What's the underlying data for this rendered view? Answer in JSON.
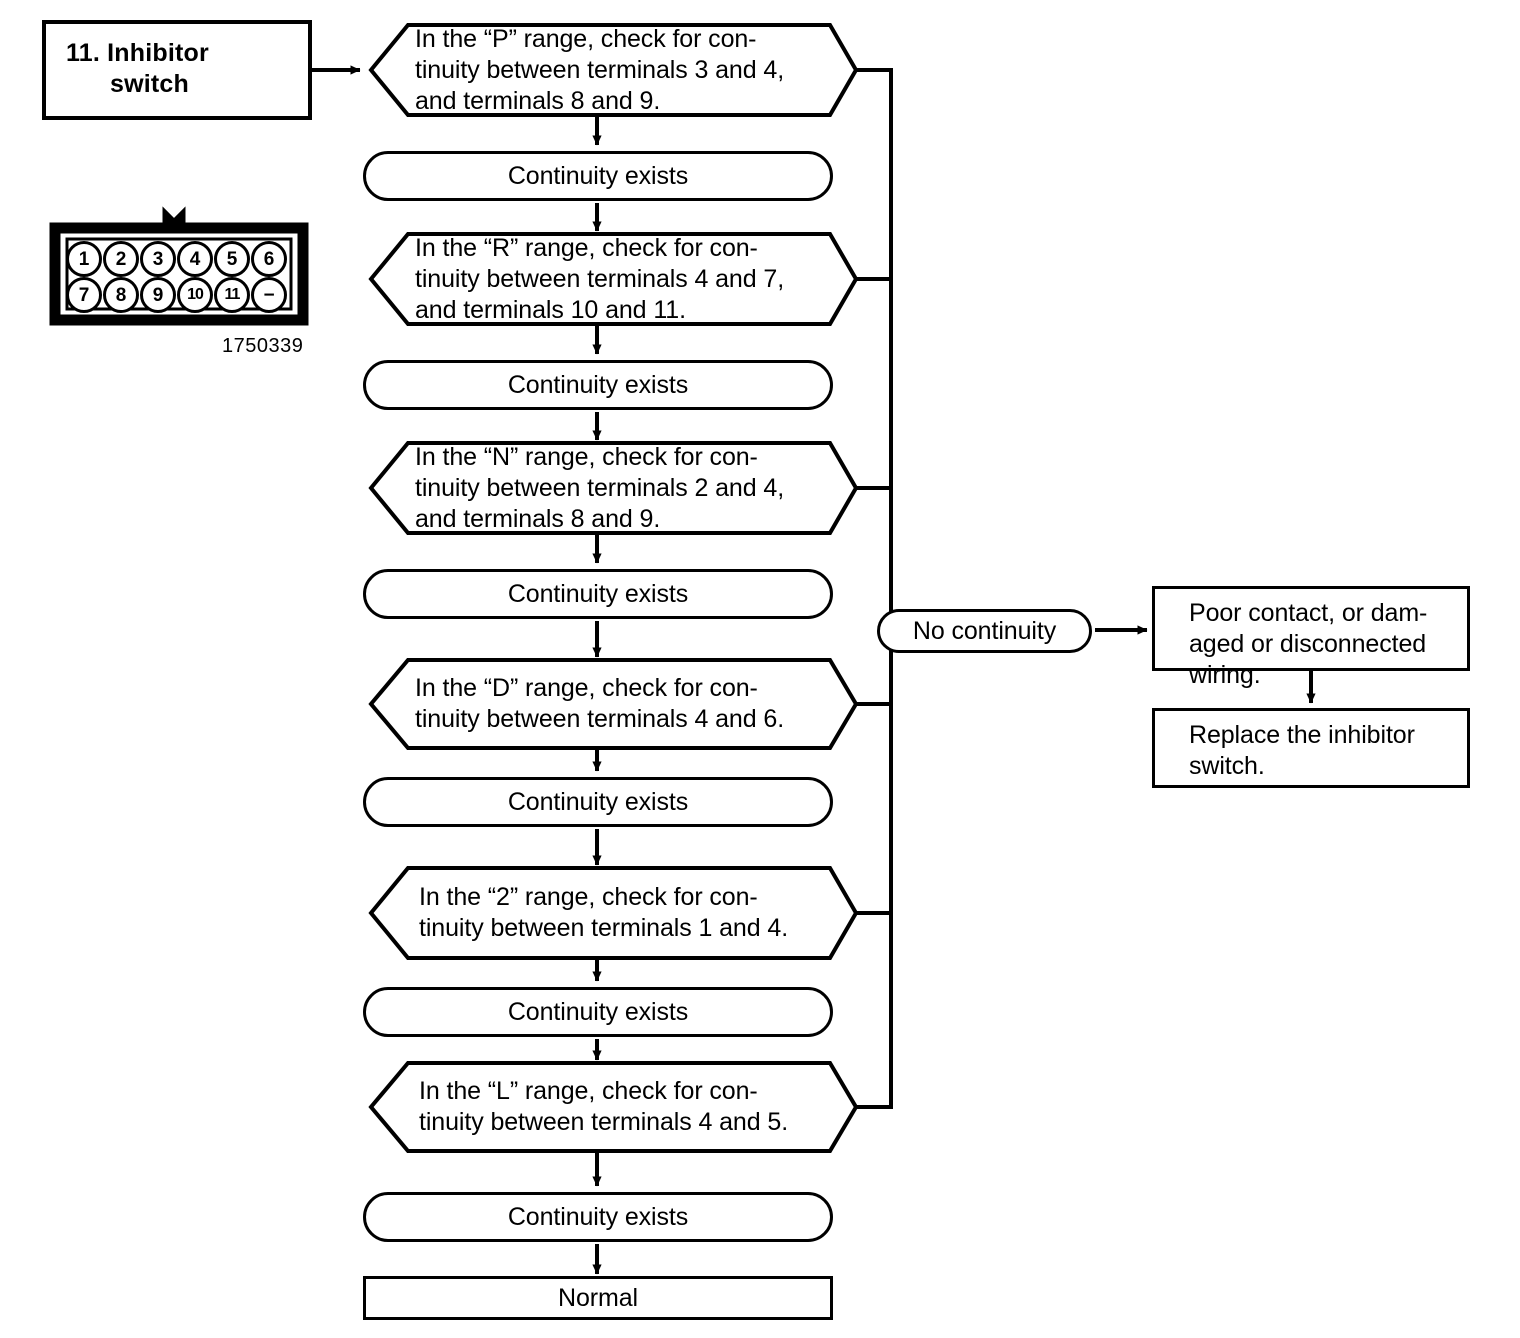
{
  "title_block": {
    "number": "11.",
    "name_line1": "Inhibitor",
    "name_line2": "switch"
  },
  "connector": {
    "part_number": "1750339",
    "top_row": [
      "1",
      "2",
      "3",
      "4",
      "5",
      "6"
    ],
    "bottom_row": [
      "7",
      "8",
      "9",
      "10",
      "11",
      "−"
    ]
  },
  "flow": {
    "steps": [
      {
        "id": "p-range",
        "range": "P",
        "lines": [
          "In the “P” range, check for con-",
          "tinuity between terminals 3 and 4,",
          "and terminals 8 and 9."
        ],
        "result": "Continuity exists"
      },
      {
        "id": "r-range",
        "range": "R",
        "lines": [
          "In the “R” range, check for con-",
          "tinuity between terminals 4 and 7,",
          "and terminals 10 and 11."
        ],
        "result": "Continuity exists"
      },
      {
        "id": "n-range",
        "range": "N",
        "lines": [
          "In the “N” range, check for con-",
          "tinuity between terminals 2 and 4,",
          "and terminals 8 and 9."
        ],
        "result": "Continuity exists"
      },
      {
        "id": "d-range",
        "range": "D",
        "lines": [
          "In the “D” range, check for con-",
          "tinuity between terminals 4 and 6."
        ],
        "result": "Continuity exists"
      },
      {
        "id": "2-range",
        "range": "2",
        "lines": [
          "In the “2” range, check for con-",
          "tinuity between terminals 1 and 4."
        ],
        "result": "Continuity exists"
      },
      {
        "id": "l-range",
        "range": "L",
        "lines": [
          "In the “L” range, check for con-",
          "tinuity between terminals 4 and 5."
        ],
        "result": "Continuity exists"
      }
    ],
    "final_result": "Normal",
    "failure_branch": {
      "condition": "No continuity",
      "cause_lines": [
        "Poor contact, or dam-",
        "aged or disconnected",
        "wiring."
      ],
      "action_lines": [
        "Replace the inhibitor",
        "switch."
      ]
    }
  },
  "colors": {
    "ink": "#000000",
    "paper": "#ffffff"
  }
}
